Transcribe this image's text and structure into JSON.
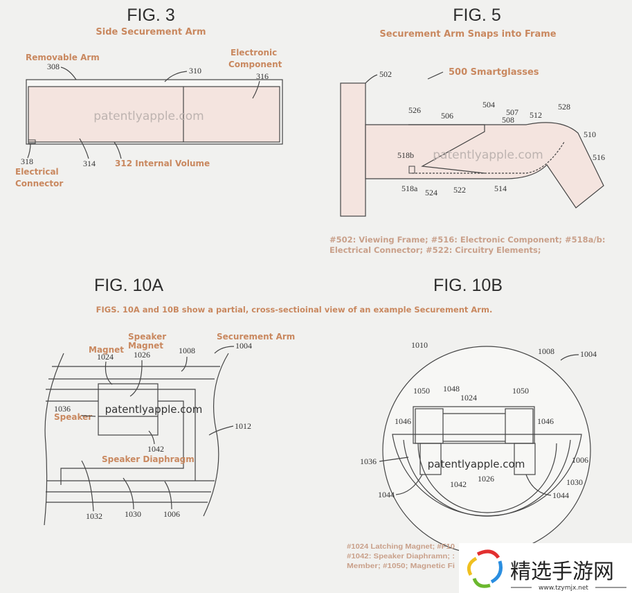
{
  "fig3": {
    "title": "FIG. 3",
    "subtitle": "Side Securement Arm",
    "removable_arm": "Removable Arm",
    "n308": "308",
    "n310": "310",
    "electronic": "Electronic",
    "component": "Component",
    "n316": "316",
    "watermark": "patentlyapple.com",
    "n318": "318",
    "electrical": "Electrical",
    "connector": "Connector",
    "n314": "314",
    "internal_volume": "312 Internal Volume"
  },
  "fig5": {
    "title": "FIG. 5",
    "subtitle": "Securement Arm Snaps into Frame",
    "n502": "502",
    "smartglasses": "500 Smartglasses",
    "n526": "526",
    "n506": "506",
    "n504": "504",
    "n507": "507",
    "n508": "508",
    "n512": "512",
    "n528": "528",
    "n510": "510",
    "n516": "516",
    "n518b": "518b",
    "n518a": "518a",
    "n524": "524",
    "n522": "522",
    "n514": "514",
    "watermark": "patentlyapple.com",
    "caption1": "#502: Viewing Frame; #516: Electronic Component; #518a/b:",
    "caption2": "Electrical Connector; #522: Circuitry Elements;"
  },
  "fig10a": {
    "title": "FIG. 10A",
    "caption": "FIGS. 10A and 10B show a partial, cross-sectioinal view of an example Securement Arm.",
    "magnet": "Magnet",
    "n1024": "1024",
    "speaker_magnet_1": "Speaker",
    "speaker_magnet_2": "Magnet",
    "n1026": "1026",
    "n1008": "1008",
    "securement_arm": "Securement Arm",
    "n1004": "1004",
    "n1036": "1036",
    "speaker": "Speaker",
    "watermark": "patentlyapple.com",
    "n1012": "1012",
    "n1042": "1042",
    "speaker_diaphragm": "Speaker Diaphragm",
    "n1032": "1032",
    "n1030": "1030",
    "n1006": "1006"
  },
  "fig10b": {
    "title": "FIG. 10B",
    "n1010": "1010",
    "n1008": "1008",
    "n1004": "1004",
    "n1050a": "1050",
    "n1048": "1048",
    "n1050b": "1050",
    "n1024": "1024",
    "n1046a": "1046",
    "n1046b": "1046",
    "n1036": "1036",
    "n1006": "1006",
    "n1030": "1030",
    "n1042": "1042",
    "n1026": "1026",
    "n1044a": "1044",
    "n1044b": "1044",
    "watermark": "patentlyapple.com",
    "caption1": "#1024 Latching Magnet; #F10",
    "caption2": "#1042: Speaker Diaphramn; :",
    "caption3": "Member; #1050; Magnetic Fi"
  },
  "overlay": {
    "brand": "精选手游网",
    "url": "www.tzymjx.net"
  }
}
